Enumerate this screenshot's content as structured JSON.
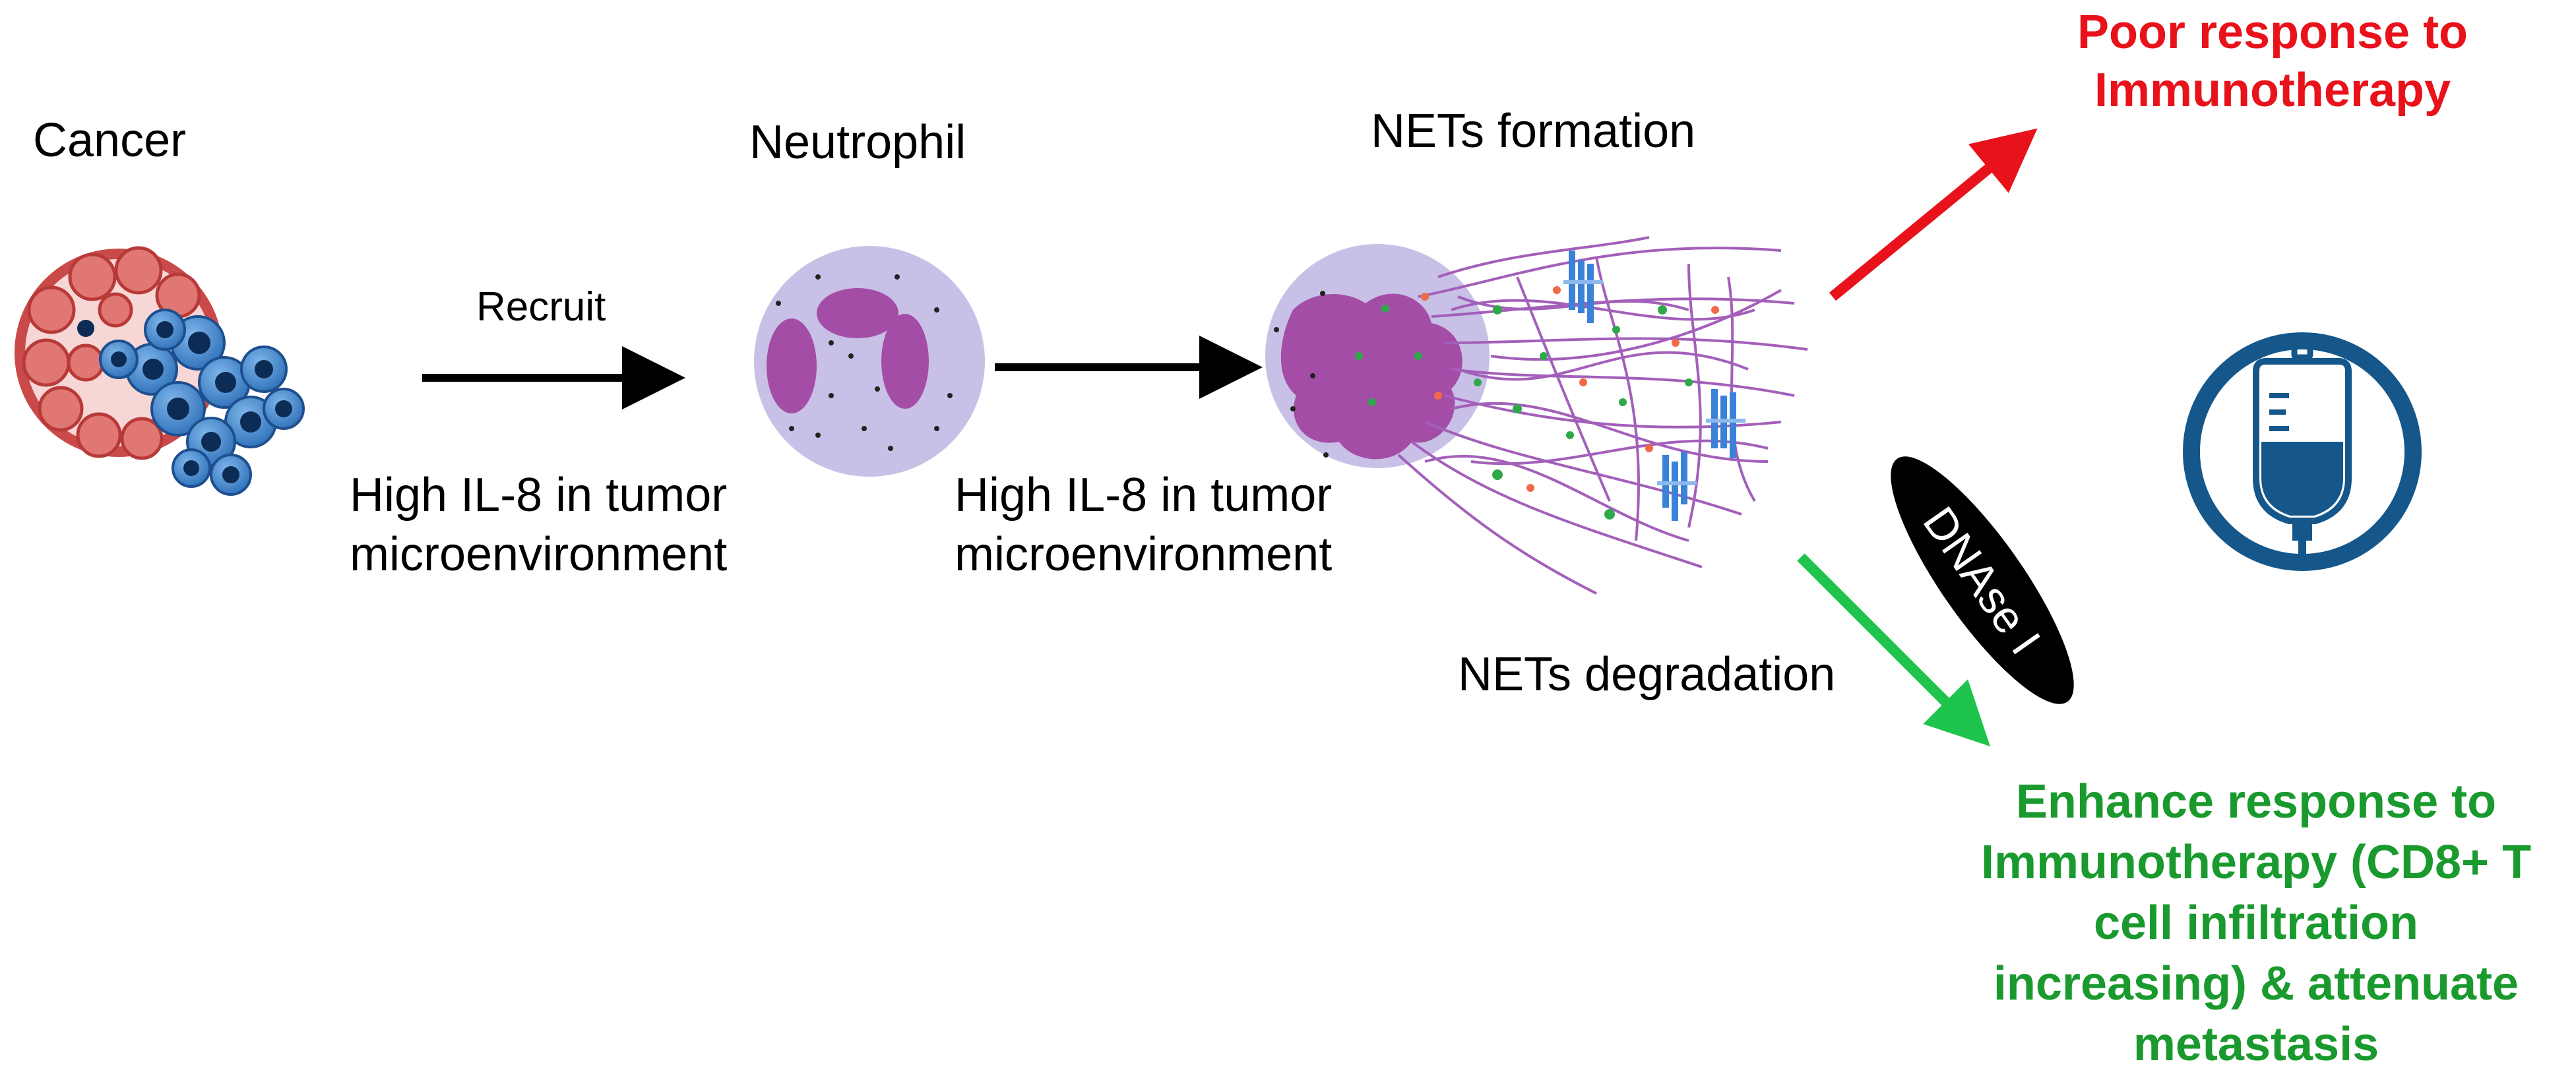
{
  "labels": {
    "cancer": "Cancer",
    "neutrophil": "Neutrophil",
    "nets_formation": "NETs formation",
    "recruit": "Recruit",
    "il8_first": [
      "High IL-8 in tumor",
      "microenvironment"
    ],
    "il8_second": [
      "High IL-8 in tumor",
      "microenvironment"
    ],
    "nets_degradation": "NETs degradation",
    "dnase": "DNAse I"
  },
  "outcomes": {
    "poor": [
      "Poor response to",
      "Immunotherapy"
    ],
    "enhance": [
      "Enhance response to",
      "Immunotherapy (CD8+ T",
      "cell infiltration",
      "increasing) & attenuate",
      "metastasis"
    ]
  },
  "icons": {
    "cancer": "tumor-vessel-icon",
    "neutrophil": "neutrophil-cell-icon",
    "nets": "neutrophil-extracellular-trap-icon",
    "iv": "iv-bag-icon"
  },
  "colors": {
    "poor": "#e8121b",
    "enhance": "#1a9a2e",
    "enhance_arrow": "#1ec44c",
    "iv": "#15578a",
    "neutrophil": "#c8c0e6",
    "nucleus": "#a44da6",
    "nets_fiber": "#a35fb9",
    "cancer_cell": "#3f86cf",
    "vessel": "#c94a48"
  }
}
